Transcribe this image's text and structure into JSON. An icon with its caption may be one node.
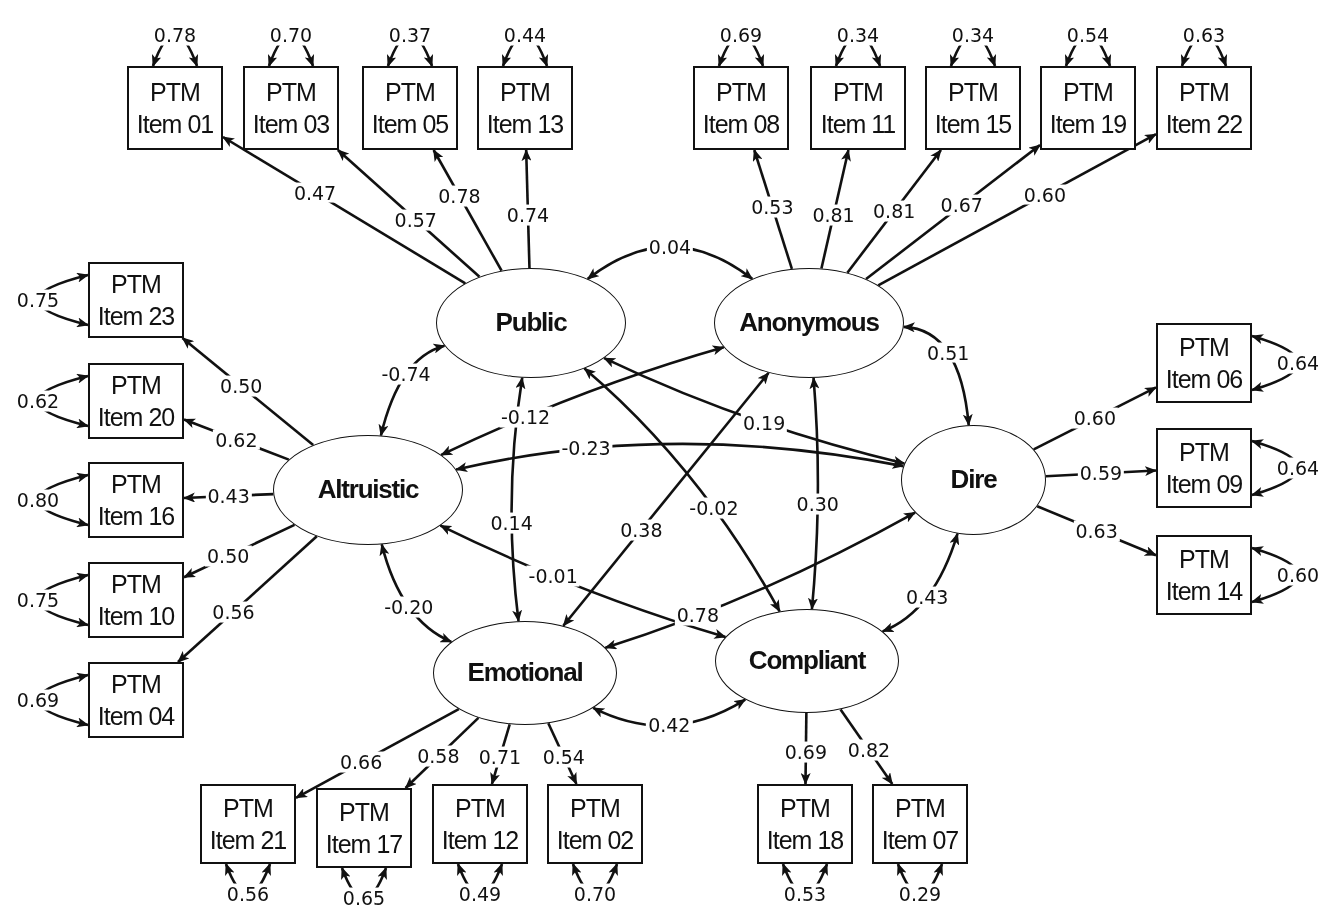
{
  "diagram": {
    "nodes": [
      {
        "text": [
          "PTM Item 01"
        ]
      },
      {
        "text": [
          "PTM Item 03"
        ]
      },
      {
        "text": [
          "PTM Item 05"
        ]
      },
      {
        "text": [
          "PTM Item 13"
        ]
      },
      {
        "text": [
          "PTM Item 08"
        ]
      },
      {
        "text": [
          "PTM Item 11"
        ]
      },
      {
        "text": [
          "PTM Item 15"
        ]
      },
      {
        "text": [
          "PTM Item 19"
        ]
      },
      {
        "text": [
          "PTM Item 22"
        ]
      },
      {
        "text": [
          "PTM Item 23"
        ]
      },
      {
        "text": [
          "PTM Item 20"
        ]
      },
      {
        "text": [
          "PTM Item 16"
        ]
      },
      {
        "text": [
          "PTM Item 10"
        ]
      },
      {
        "text": [
          "PTM Item 04"
        ]
      },
      {
        "text": [
          "PTM Item 06"
        ]
      },
      {
        "text": [
          "PTM Item 09"
        ]
      },
      {
        "text": [
          "PTM Item 14"
        ]
      },
      {
        "text": [
          "PTM Item 21"
        ]
      },
      {
        "text": [
          "PTM Item 17"
        ]
      },
      {
        "text": [
          "PTM Item 12"
        ]
      },
      {
        "text": [
          "PTM Item 02"
        ]
      },
      {
        "text": [
          "PTM Item 18"
        ]
      },
      {
        "text": [
          "PTM Item 07"
        ]
      },
      {
        "text": [
          "Public"
        ]
      },
      {
        "text": [
          "Anonymous"
        ]
      },
      {
        "text": [
          "Altruistic"
        ]
      },
      {
        "text": [
          "Dire"
        ]
      },
      {
        "text": [
          "Emotional"
        ]
      },
      {
        "text": [
          "Compliant"
        ]
      }
    ],
    "edges": [
      {
        "from": 23,
        "to": 0,
        "arrow": "to",
        "label": "0.47"
      },
      {
        "from": 23,
        "to": 1,
        "arrow": "to",
        "label": "0.57"
      },
      {
        "from": 23,
        "to": 2,
        "arrow": "to",
        "label": "0.78"
      },
      {
        "from": 23,
        "to": 3,
        "arrow": "to",
        "label": "0.74"
      },
      {
        "from": 24,
        "to": 4,
        "arrow": "to",
        "label": "0.53"
      },
      {
        "from": 24,
        "to": 5,
        "arrow": "to",
        "label": "0.81"
      },
      {
        "from": 24,
        "to": 6,
        "arrow": "to",
        "label": "0.81"
      },
      {
        "from": 24,
        "to": 7,
        "arrow": "to",
        "label": "0.67"
      },
      {
        "from": 24,
        "to": 8,
        "arrow": "to",
        "label": "0.60"
      },
      {
        "from": 25,
        "to": 9,
        "arrow": "to",
        "label": "0.50"
      },
      {
        "from": 25,
        "to": 10,
        "arrow": "to",
        "label": "0.62"
      },
      {
        "from": 25,
        "to": 11,
        "arrow": "to",
        "label": "0.43"
      },
      {
        "from": 25,
        "to": 12,
        "arrow": "to",
        "label": "0.50"
      },
      {
        "from": 25,
        "to": 13,
        "arrow": "to",
        "label": "0.56"
      },
      {
        "from": 26,
        "to": 14,
        "arrow": "to",
        "label": "0.60"
      },
      {
        "from": 26,
        "to": 15,
        "arrow": "to",
        "label": "0.59"
      },
      {
        "from": 26,
        "to": 16,
        "arrow": "to",
        "label": "0.63"
      },
      {
        "from": 27,
        "to": 17,
        "arrow": "to",
        "label": "0.66"
      },
      {
        "from": 27,
        "to": 18,
        "arrow": "to",
        "label": "0.58"
      },
      {
        "from": 27,
        "to": 19,
        "arrow": "to",
        "label": "0.71"
      },
      {
        "from": 27,
        "to": 20,
        "arrow": "to",
        "label": "0.54"
      },
      {
        "from": 28,
        "to": 21,
        "arrow": "to",
        "label": "0.69"
      },
      {
        "from": 28,
        "to": 22,
        "arrow": "to",
        "label": "0.82"
      },
      {
        "from": 23,
        "to": 24,
        "arrow": "both",
        "label": "0.04"
      },
      {
        "from": 23,
        "to": 25,
        "arrow": "both",
        "label": "-0.74"
      },
      {
        "from": 24,
        "to": 26,
        "arrow": "both",
        "label": "0.51"
      },
      {
        "from": 25,
        "to": 24,
        "arrow": "both",
        "label": "-0.12"
      },
      {
        "from": 23,
        "to": 26,
        "arrow": "both",
        "label": "0.19"
      },
      {
        "from": 25,
        "to": 26,
        "arrow": "both",
        "label": "-0.23"
      },
      {
        "from": 23,
        "to": 27,
        "arrow": "both",
        "label": "0.14"
      },
      {
        "from": 23,
        "to": 28,
        "arrow": "both",
        "label": "-0.02"
      },
      {
        "from": 24,
        "to": 28,
        "arrow": "both",
        "label": "0.30"
      },
      {
        "from": 24,
        "to": 27,
        "arrow": "both",
        "label": "0.38"
      },
      {
        "from": 25,
        "to": 28,
        "arrow": "both",
        "label": "-0.01"
      },
      {
        "from": 27,
        "to": 26,
        "arrow": "both",
        "label": "0.78"
      },
      {
        "from": 25,
        "to": 27,
        "arrow": "both",
        "label": "-0.20"
      },
      {
        "from": 26,
        "to": 28,
        "arrow": "both",
        "label": "0.43"
      },
      {
        "from": 27,
        "to": 28,
        "arrow": "both",
        "label": "0.42"
      },
      {
        "from": 0,
        "to": 0,
        "arrow": "both",
        "label": "0.78"
      },
      {
        "from": 1,
        "to": 1,
        "arrow": "both",
        "label": "0.70"
      },
      {
        "from": 2,
        "to": 2,
        "arrow": "both",
        "label": "0.37"
      },
      {
        "from": 3,
        "to": 3,
        "arrow": "both",
        "label": "0.44"
      },
      {
        "from": 4,
        "to": 4,
        "arrow": "both",
        "label": "0.69"
      },
      {
        "from": 5,
        "to": 5,
        "arrow": "both",
        "label": "0.34"
      },
      {
        "from": 6,
        "to": 6,
        "arrow": "both",
        "label": "0.34"
      },
      {
        "from": 7,
        "to": 7,
        "arrow": "both",
        "label": "0.54"
      },
      {
        "from": 8,
        "to": 8,
        "arrow": "both",
        "label": "0.63"
      },
      {
        "from": 9,
        "to": 9,
        "arrow": "both",
        "label": "0.75"
      },
      {
        "from": 10,
        "to": 10,
        "arrow": "both",
        "label": "0.62"
      },
      {
        "from": 11,
        "to": 11,
        "arrow": "both",
        "label": "0.80"
      },
      {
        "from": 12,
        "to": 12,
        "arrow": "both",
        "label": "0.75"
      },
      {
        "from": 13,
        "to": 13,
        "arrow": "both",
        "label": "0.69"
      },
      {
        "from": 14,
        "to": 14,
        "arrow": "both",
        "label": "0.64"
      },
      {
        "from": 15,
        "to": 15,
        "arrow": "both",
        "label": "0.64"
      },
      {
        "from": 16,
        "to": 16,
        "arrow": "both",
        "label": "0.60"
      },
      {
        "from": 17,
        "to": 17,
        "arrow": "both",
        "label": "0.56"
      },
      {
        "from": 18,
        "to": 18,
        "arrow": "both",
        "label": "0.65"
      },
      {
        "from": 19,
        "to": 19,
        "arrow": "both",
        "label": "0.49"
      },
      {
        "from": 20,
        "to": 20,
        "arrow": "both",
        "label": "0.70"
      },
      {
        "from": 21,
        "to": 21,
        "arrow": "both",
        "label": "0.53"
      },
      {
        "from": 22,
        "to": 22,
        "arrow": "both",
        "label": "0.29"
      }
    ]
  }
}
